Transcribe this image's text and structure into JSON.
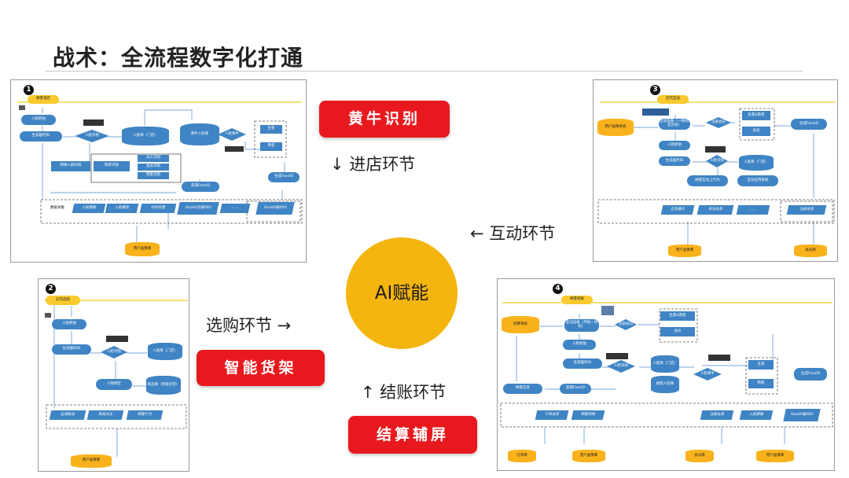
{
  "slide": {
    "title": "战术：全流程数字化打通",
    "center": "AI赋能",
    "tags": [
      "黄牛识别",
      "智能货架",
      "结算辅屏"
    ],
    "stages": [
      "↓ 进店环节",
      "← 互动环节",
      "选购环节 →",
      "↑ 结账环节"
    ]
  },
  "colors": {
    "accent_red": "#e8191e",
    "core_yellow": "#f5b50f",
    "node_blue": "#3f84c4",
    "db_yellow": "#f9b21c",
    "frame_yellow": "#f7d442"
  },
  "panels": [
    {
      "num": "1",
      "nodes": [
        {
          "t": "p",
          "s": "顾客进店"
        },
        {
          "t": "b",
          "s": "人脸抓拍"
        },
        {
          "t": "b",
          "s": "生成临时ID"
        },
        {
          "t": "d",
          "s": "人脸识别"
        },
        {
          "t": "c",
          "s": "人脸库（门店）"
        },
        {
          "t": "c",
          "s": "黄牛人脸库"
        },
        {
          "t": "d",
          "s": "人脸黄牛"
        },
        {
          "t": "b",
          "s": "生成FaceID"
        },
        {
          "t": "w",
          "s": "特殊人群识别"
        },
        {
          "t": "w",
          "s": "熟客识别"
        },
        {
          "t": "w",
          "s": "员工识别"
        },
        {
          "t": "w",
          "s": "会员识别"
        },
        {
          "t": "w",
          "s": "熟客识别"
        },
        {
          "t": "b",
          "s": "获取FaceID"
        },
        {
          "t": "w",
          "s": "生客"
        },
        {
          "t": "w",
          "s": "熟客"
        },
        {
          "t": "l",
          "s": "数据采集"
        },
        {
          "t": "g",
          "s": "人脸图像"
        },
        {
          "t": "g",
          "s": "人脸属性"
        },
        {
          "t": "g",
          "s": "时间位置"
        },
        {
          "t": "g",
          "s": "FaceID及临时ID"
        },
        {
          "t": "g",
          "s": "……"
        },
        {
          "t": "g",
          "s": "FaceID临时ID"
        },
        {
          "t": "y",
          "s": "用户画像库"
        }
      ]
    },
    {
      "num": "2",
      "nodes": [
        {
          "t": "p",
          "s": "店内选购"
        },
        {
          "t": "b",
          "s": "人脸抓拍"
        },
        {
          "t": "b",
          "s": "生成临时ID"
        },
        {
          "t": "d",
          "s": "人脸识别"
        },
        {
          "t": "c",
          "s": "人脸库（门店）"
        },
        {
          "t": "b",
          "s": "人物绑定"
        },
        {
          "t": "c",
          "s": "商品库（智能货架）"
        },
        {
          "t": "g",
          "s": "区域轨迹"
        },
        {
          "t": "g",
          "s": "商品关注"
        },
        {
          "t": "g",
          "s": "顾客行为"
        },
        {
          "t": "y",
          "s": "用户画像库"
        }
      ]
    },
    {
      "num": "3",
      "nodes": [
        {
          "t": "p",
          "s": "店内互动"
        },
        {
          "t": "y",
          "s": "用户画像系统"
        },
        {
          "t": "b",
          "s": "互动设备（一体机/显示屏）"
        },
        {
          "t": "d",
          "s": "注册会员"
        },
        {
          "t": "w",
          "s": "生客&熟客"
        },
        {
          "t": "w",
          "s": "会员"
        },
        {
          "t": "b",
          "s": "生成FaceID"
        },
        {
          "t": "b",
          "s": "人脸抓拍"
        },
        {
          "t": "b",
          "s": "生成临时ID"
        },
        {
          "t": "d",
          "s": "人脸识别"
        },
        {
          "t": "c",
          "s": "人脸库（门店）"
        },
        {
          "t": "b",
          "s": "顾客互动上行为"
        },
        {
          "t": "b",
          "s": "互动应用系统"
        },
        {
          "t": "g",
          "s": "互动操作"
        },
        {
          "t": "g",
          "s": "关注信息"
        },
        {
          "t": "g",
          "s": "……"
        },
        {
          "t": "g",
          "s": "注册信息"
        },
        {
          "t": "y",
          "s": "用户画像库"
        },
        {
          "t": "y",
          "s": "会员库"
        }
      ]
    },
    {
      "num": "4",
      "nodes": [
        {
          "t": "p",
          "s": "顾客结账"
        },
        {
          "t": "y",
          "s": "结算系统"
        },
        {
          "t": "b",
          "s": "互动设备（平板一体机）"
        },
        {
          "t": "d",
          "s": "注册会员"
        },
        {
          "t": "w",
          "s": "生客&熟客"
        },
        {
          "t": "w",
          "s": "会员"
        },
        {
          "t": "b",
          "s": "人脸抓拍"
        },
        {
          "t": "b",
          "s": "生成临时ID"
        },
        {
          "t": "d",
          "s": "人脸识别"
        },
        {
          "t": "c",
          "s": "人脸库（门店）"
        },
        {
          "t": "c",
          "s": "顾客人脸库"
        },
        {
          "t": "d",
          "s": "人脸黄牛"
        },
        {
          "t": "w",
          "s": "生客"
        },
        {
          "t": "w",
          "s": "熟客"
        },
        {
          "t": "b",
          "s": "生成FaceID"
        },
        {
          "t": "b",
          "s": "获取FaceID"
        },
        {
          "t": "b",
          "s": "顾客信息"
        },
        {
          "t": "g",
          "s": "订单信息"
        },
        {
          "t": "g",
          "s": "顾客购物"
        },
        {
          "t": "g",
          "s": "注册信息"
        },
        {
          "t": "g",
          "s": "人脸图像"
        },
        {
          "t": "g",
          "s": "FaceID临时ID"
        },
        {
          "t": "y",
          "s": "订单库"
        },
        {
          "t": "y",
          "s": "用户画像库"
        },
        {
          "t": "y",
          "s": "会员库"
        },
        {
          "t": "y",
          "s": "用户画像库"
        }
      ]
    }
  ]
}
